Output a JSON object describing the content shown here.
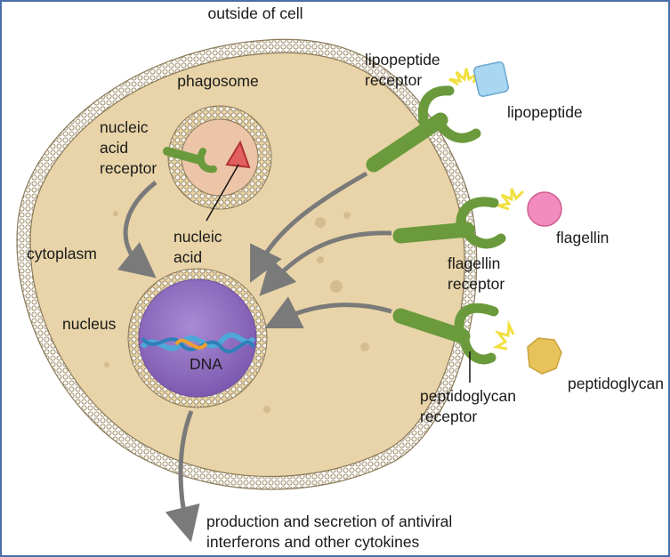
{
  "labels": {
    "outside": "outside of cell",
    "phagosome": "phagosome",
    "nucleic_acid_receptor": [
      "nucleic",
      "acid",
      "receptor"
    ],
    "nucleic_acid": [
      "nucleic",
      "acid"
    ],
    "cytoplasm": "cytoplasm",
    "nucleus": "nucleus",
    "dna": "DNA",
    "lipopeptide_receptor": [
      "lipopeptide",
      "receptor"
    ],
    "lipopeptide": "lipopeptide",
    "flagellin": "flagellin",
    "flagellin_receptor": [
      "flagellin",
      "receptor"
    ],
    "peptidoglycan": "peptidoglycan",
    "peptidoglycan_receptor": [
      "peptidoglycan",
      "receptor"
    ],
    "output": [
      "production and secretion of antiviral",
      "interferons and other cytokines"
    ]
  },
  "colors": {
    "cytoplasm": "#e8d4a8",
    "membrane_bead": "#ffffff",
    "membrane_outline": "#8a7a5a",
    "nucleus": "#9470c0",
    "receptor": "#6a9a3c",
    "lipopeptide": "#a9d6f0",
    "flagellin": "#f28cbe",
    "peptidoglycan": "#e8c25a",
    "nucleic_acid": "#e06060",
    "arrow": "#7a7a7a",
    "frame": "#4a6fa8"
  }
}
